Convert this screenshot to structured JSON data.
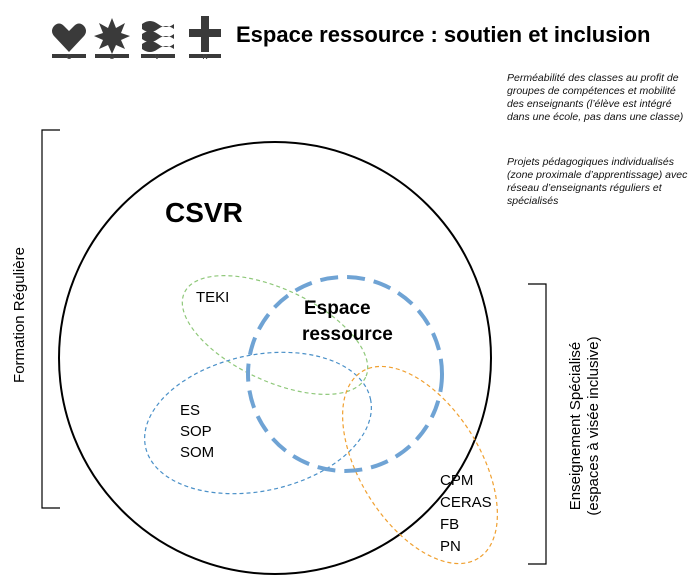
{
  "header": {
    "title": "Espace ressource : soutien et inclusion",
    "logo": {
      "icons": [
        "heart-icon",
        "star-burst-icon",
        "wave-icon",
        "plus-icon"
      ],
      "letters": [
        "C",
        "S",
        "V",
        "R"
      ]
    }
  },
  "notes": {
    "note1": "Perméabilité des classes au profit de groupes de compétences et mobilité des enseignants (l’élève est intégré dans une école, pas dans une classe)",
    "note2": "Projets pédagogiques individualisés (zone proximale d’apprentissage) avec réseau d’enseignants réguliers et spécialisés"
  },
  "diagram": {
    "main_circle_label": "CSVR",
    "center_label_line1": "Espace",
    "center_label_line2": "ressource",
    "groups": {
      "teki": [
        "TEKI"
      ],
      "blue": [
        "ES",
        "SOP",
        "SOM"
      ],
      "orange": [
        "CPM",
        "CERAS",
        "FB",
        "PN"
      ]
    },
    "left_bracket_label": "Formation Régulière",
    "right_bracket_label_line1": "Enseignement Spécialisé",
    "right_bracket_label_line2": "(espaces à visée inclusive)",
    "colors": {
      "green": "#8fc87a",
      "blue": "#4a90c8",
      "center_blue": "#6fa3d4",
      "orange": "#f0a030",
      "black": "#000000"
    }
  }
}
